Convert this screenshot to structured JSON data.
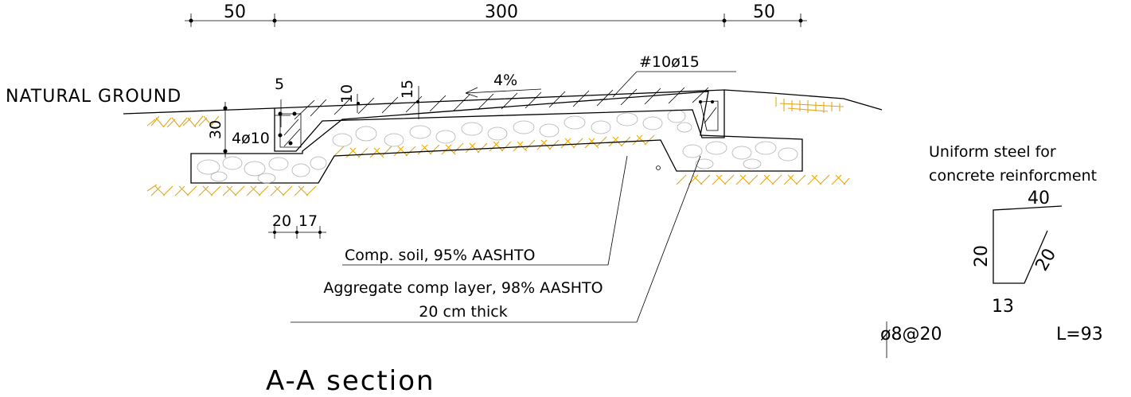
{
  "dimensions": {
    "top": {
      "left": "50",
      "middle": "300",
      "right": "50"
    },
    "slab_depth_5": "5",
    "slab_depth_10": "10",
    "slab_depth_15": "15",
    "edge_height": "30",
    "edge_bars": "4ø10",
    "bottom_left_20": "20",
    "bottom_left_17": "17"
  },
  "labels": {
    "natural_ground": "NATURAL GROUND",
    "slope": "4%",
    "top_mesh": "#10ø15",
    "comp_soil": "Comp. soil, 95% AASHTO",
    "aggregate_line1": "Aggregate comp layer, 98% AASHTO",
    "aggregate_line2": "20 cm thick",
    "section_title": "A-A section"
  },
  "steel_detail": {
    "title_line1": "Uniform steel for",
    "title_line2": "concrete reinforcment",
    "top": "40",
    "left": "20",
    "diagonal": "20",
    "bottom": "13",
    "bar_spec": "ø8@20",
    "length": "L=93"
  },
  "colors": {
    "lines": "#000000",
    "ground_hatch": "#e0a81a",
    "aggregate": "#b0b0b0"
  }
}
